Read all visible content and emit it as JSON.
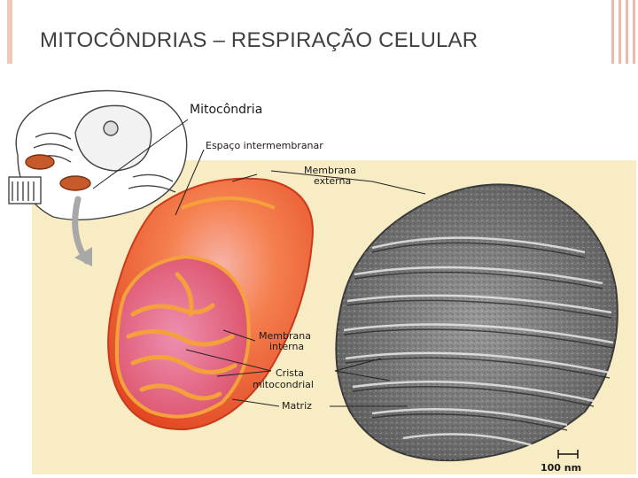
{
  "slide": {
    "title": "MITOCÔNDRIAS – RESPIRAÇÃO CELULAR"
  },
  "figure": {
    "labels": {
      "mitochondria": "Mitocôndria",
      "intermembrane_space": "Espaço intermembranar",
      "outer_membrane_line1": "Membrana",
      "outer_membrane_line2": "externa",
      "inner_membrane_line1": "Membrana",
      "inner_membrane_line2": "interna",
      "crista_line1": "Crista",
      "crista_line2": "mitocondrial",
      "matrix": "Matriz",
      "scale_bar": "100 nm"
    },
    "colors": {
      "panel_background": "#f8ecc4",
      "outer_membrane": "#f26a2e",
      "inner_matrix": "#e1637a",
      "cristae": "#f5a13b",
      "micrograph": "#7a7a7a"
    }
  }
}
